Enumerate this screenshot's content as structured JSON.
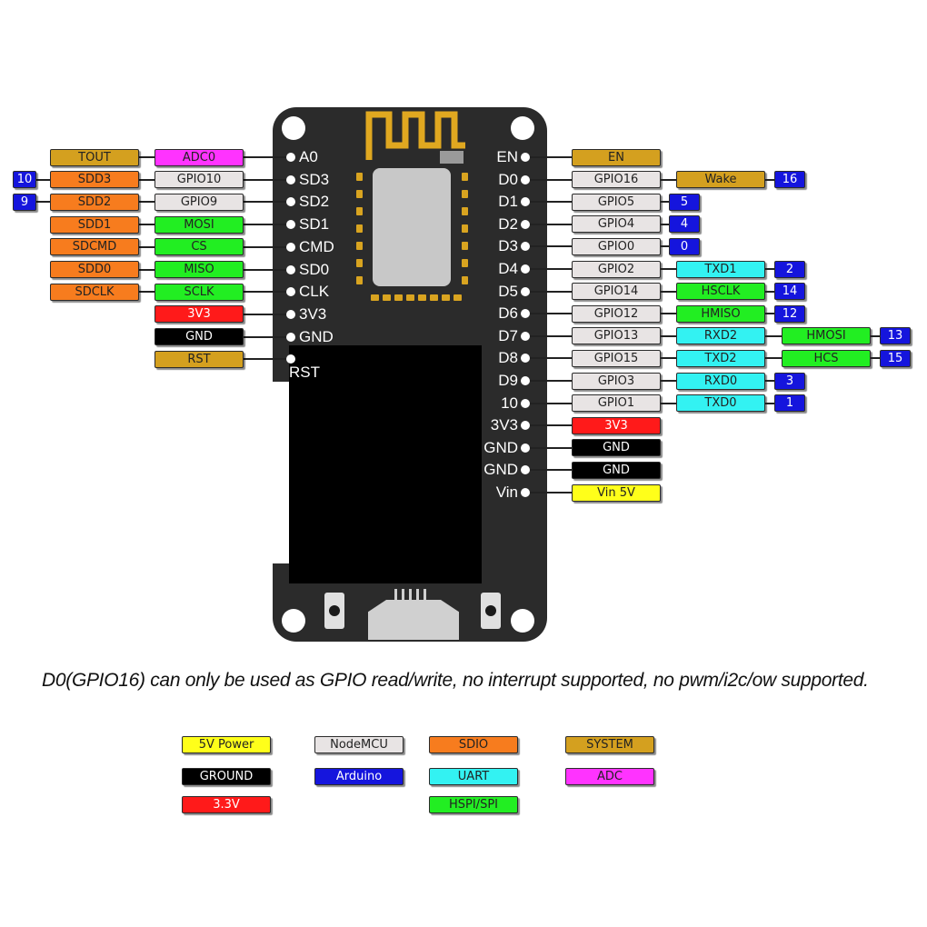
{
  "colors": {
    "system": "#d4a01f",
    "adc": "#ff33ff",
    "sdio": "#f77c1e",
    "nodemcu": "#e8e4e4",
    "hspi": "#22ee22",
    "power33": "#ff1a1a",
    "ground": "#000000",
    "arduino": "#1515dd",
    "uart": "#33f2f2",
    "power5": "#ffff1a"
  },
  "left_pins": [
    {
      "pin": "A0",
      "labels": [
        {
          "text": "ADC0",
          "type": "adc"
        },
        {
          "text": "TOUT",
          "type": "system"
        }
      ]
    },
    {
      "pin": "SD3",
      "labels": [
        {
          "text": "GPIO10",
          "type": "nodemcu"
        },
        {
          "text": "SDD3",
          "type": "sdio"
        },
        {
          "text": "10",
          "type": "arduino"
        }
      ]
    },
    {
      "pin": "SD2",
      "labels": [
        {
          "text": "GPIO9",
          "type": "nodemcu"
        },
        {
          "text": "SDD2",
          "type": "sdio"
        },
        {
          "text": "9",
          "type": "arduino"
        }
      ]
    },
    {
      "pin": "SD1",
      "labels": [
        {
          "text": "MOSI",
          "type": "hspi"
        },
        {
          "text": "SDD1",
          "type": "sdio"
        }
      ]
    },
    {
      "pin": "CMD",
      "labels": [
        {
          "text": "CS",
          "type": "hspi"
        },
        {
          "text": "SDCMD",
          "type": "sdio"
        }
      ]
    },
    {
      "pin": "SD0",
      "labels": [
        {
          "text": "MISO",
          "type": "hspi"
        },
        {
          "text": "SDD0",
          "type": "sdio"
        }
      ]
    },
    {
      "pin": "CLK",
      "labels": [
        {
          "text": "SCLK",
          "type": "hspi"
        },
        {
          "text": "SDCLK",
          "type": "sdio"
        }
      ]
    },
    {
      "pin": "3V3",
      "labels": [
        {
          "text": "3V3",
          "type": "power33"
        }
      ]
    },
    {
      "pin": "GND",
      "labels": [
        {
          "text": "GND",
          "type": "ground"
        }
      ]
    },
    {
      "pin": "RST",
      "labels": [
        {
          "text": "RST",
          "type": "system"
        }
      ]
    }
  ],
  "right_pins": [
    {
      "pin": "EN",
      "labels": [
        {
          "text": "EN",
          "type": "system"
        }
      ]
    },
    {
      "pin": "D0",
      "labels": [
        {
          "text": "GPIO16",
          "type": "nodemcu"
        },
        {
          "text": "Wake",
          "type": "system"
        },
        {
          "text": "16",
          "type": "arduino"
        }
      ]
    },
    {
      "pin": "D1",
      "labels": [
        {
          "text": "GPIO5",
          "type": "nodemcu"
        },
        {
          "text": "5",
          "type": "arduino"
        }
      ]
    },
    {
      "pin": "D2",
      "labels": [
        {
          "text": "GPIO4",
          "type": "nodemcu"
        },
        {
          "text": "4",
          "type": "arduino"
        }
      ]
    },
    {
      "pin": "D3",
      "labels": [
        {
          "text": "GPIO0",
          "type": "nodemcu"
        },
        {
          "text": "0",
          "type": "arduino"
        }
      ]
    },
    {
      "pin": "D4",
      "labels": [
        {
          "text": "GPIO2",
          "type": "nodemcu"
        },
        {
          "text": "TXD1",
          "type": "uart"
        },
        {
          "text": "2",
          "type": "arduino"
        }
      ]
    },
    {
      "pin": "D5",
      "labels": [
        {
          "text": "GPIO14",
          "type": "nodemcu"
        },
        {
          "text": "HSCLK",
          "type": "hspi"
        },
        {
          "text": "14",
          "type": "arduino"
        }
      ]
    },
    {
      "pin": "D6",
      "labels": [
        {
          "text": "GPIO12",
          "type": "nodemcu"
        },
        {
          "text": "HMISO",
          "type": "hspi"
        },
        {
          "text": "12",
          "type": "arduino"
        }
      ]
    },
    {
      "pin": "D7",
      "labels": [
        {
          "text": "GPIO13",
          "type": "nodemcu"
        },
        {
          "text": "RXD2",
          "type": "uart"
        },
        {
          "text": "HMOSI",
          "type": "hspi"
        },
        {
          "text": "13",
          "type": "arduino"
        }
      ]
    },
    {
      "pin": "D8",
      "labels": [
        {
          "text": "GPIO15",
          "type": "nodemcu"
        },
        {
          "text": "TXD2",
          "type": "uart"
        },
        {
          "text": "HCS",
          "type": "hspi"
        },
        {
          "text": "15",
          "type": "arduino"
        }
      ]
    },
    {
      "pin": "D9",
      "labels": [
        {
          "text": "GPIO3",
          "type": "nodemcu"
        },
        {
          "text": "RXD0",
          "type": "uart"
        },
        {
          "text": "3",
          "type": "arduino"
        }
      ]
    },
    {
      "pin": "10",
      "labels": [
        {
          "text": "GPIO1",
          "type": "nodemcu"
        },
        {
          "text": "TXD0",
          "type": "uart"
        },
        {
          "text": "1",
          "type": "arduino"
        }
      ]
    },
    {
      "pin": "3V3",
      "labels": [
        {
          "text": "3V3",
          "type": "power33"
        }
      ]
    },
    {
      "pin": "GND",
      "labels": [
        {
          "text": "GND",
          "type": "ground"
        }
      ]
    },
    {
      "pin": "GND",
      "labels": [
        {
          "text": "GND",
          "type": "ground"
        }
      ]
    },
    {
      "pin": "Vin",
      "labels": [
        {
          "text": "Vin 5V",
          "type": "power5"
        }
      ]
    }
  ],
  "note": "D0(GPIO16) can only be used as GPIO read/write, no interrupt supported, no pwm/i2c/ow supported.",
  "legend": [
    {
      "text": "5V Power",
      "type": "power5"
    },
    {
      "text": "GROUND",
      "type": "ground"
    },
    {
      "text": "3.3V",
      "type": "power33"
    },
    {
      "text": "NodeMCU",
      "type": "nodemcu"
    },
    {
      "text": "Arduino",
      "type": "arduino"
    },
    {
      "text": "SDIO",
      "type": "sdio"
    },
    {
      "text": "UART",
      "type": "uart"
    },
    {
      "text": "HSPI/SPI",
      "type": "hspi"
    },
    {
      "text": "SYSTEM",
      "type": "system"
    },
    {
      "text": "ADC",
      "type": "adc"
    }
  ]
}
